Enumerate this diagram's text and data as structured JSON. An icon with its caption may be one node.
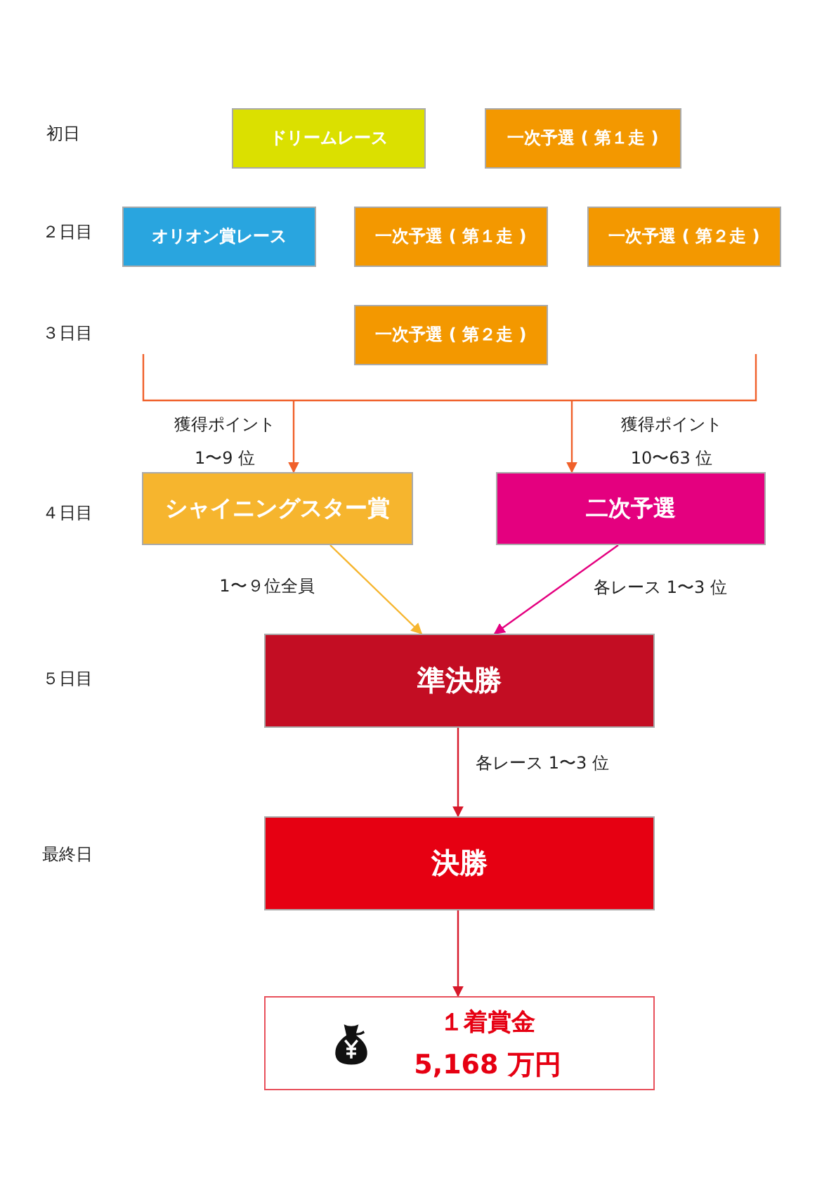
{
  "diagram": {
    "nodes": [
      {
        "text": [
          "ドリームレース"
        ]
      },
      {
        "text": [
          "一次予選 ( 第１走 )"
        ]
      },
      {
        "text": [
          "オリオン賞レース"
        ]
      },
      {
        "text": [
          "一次予選 ( 第１走 )"
        ]
      },
      {
        "text": [
          "一次予選 ( 第２走 )"
        ]
      },
      {
        "text": [
          "一次予選 ( 第２走 )"
        ]
      },
      {
        "text": [
          "シャイニングスター賞"
        ]
      },
      {
        "text": [
          "二次予選"
        ]
      },
      {
        "text": [
          "準決勝"
        ]
      },
      {
        "text": [
          "決勝"
        ]
      },
      {
        "text": [
          "１着賞金",
          "5,168 万円"
        ]
      }
    ],
    "edges": [
      {
        "from": null,
        "to": 6,
        "arrow": "to",
        "label": "獲得ポイント 1〜9 位",
        "color": "#f0602a"
      },
      {
        "from": null,
        "to": 7,
        "arrow": "to",
        "label": "獲得ポイント 10〜63 位",
        "color": "#f0602a"
      },
      {
        "from": 6,
        "to": 8,
        "arrow": "to",
        "label": "1〜９位全員",
        "color": "#f6b52e"
      },
      {
        "from": 7,
        "to": 8,
        "arrow": "to",
        "label": "各レース 1〜3 位",
        "color": "#e4007f"
      },
      {
        "from": 8,
        "to": 9,
        "arrow": "to",
        "label": "各レース 1〜3 位",
        "color": "#d7182a"
      },
      {
        "from": 9,
        "to": 10,
        "arrow": "to",
        "color": "#d7182a"
      }
    ],
    "labels": [
      "初日",
      "２日目",
      "３日目",
      "４日目",
      "５日目",
      "最終日"
    ]
  }
}
